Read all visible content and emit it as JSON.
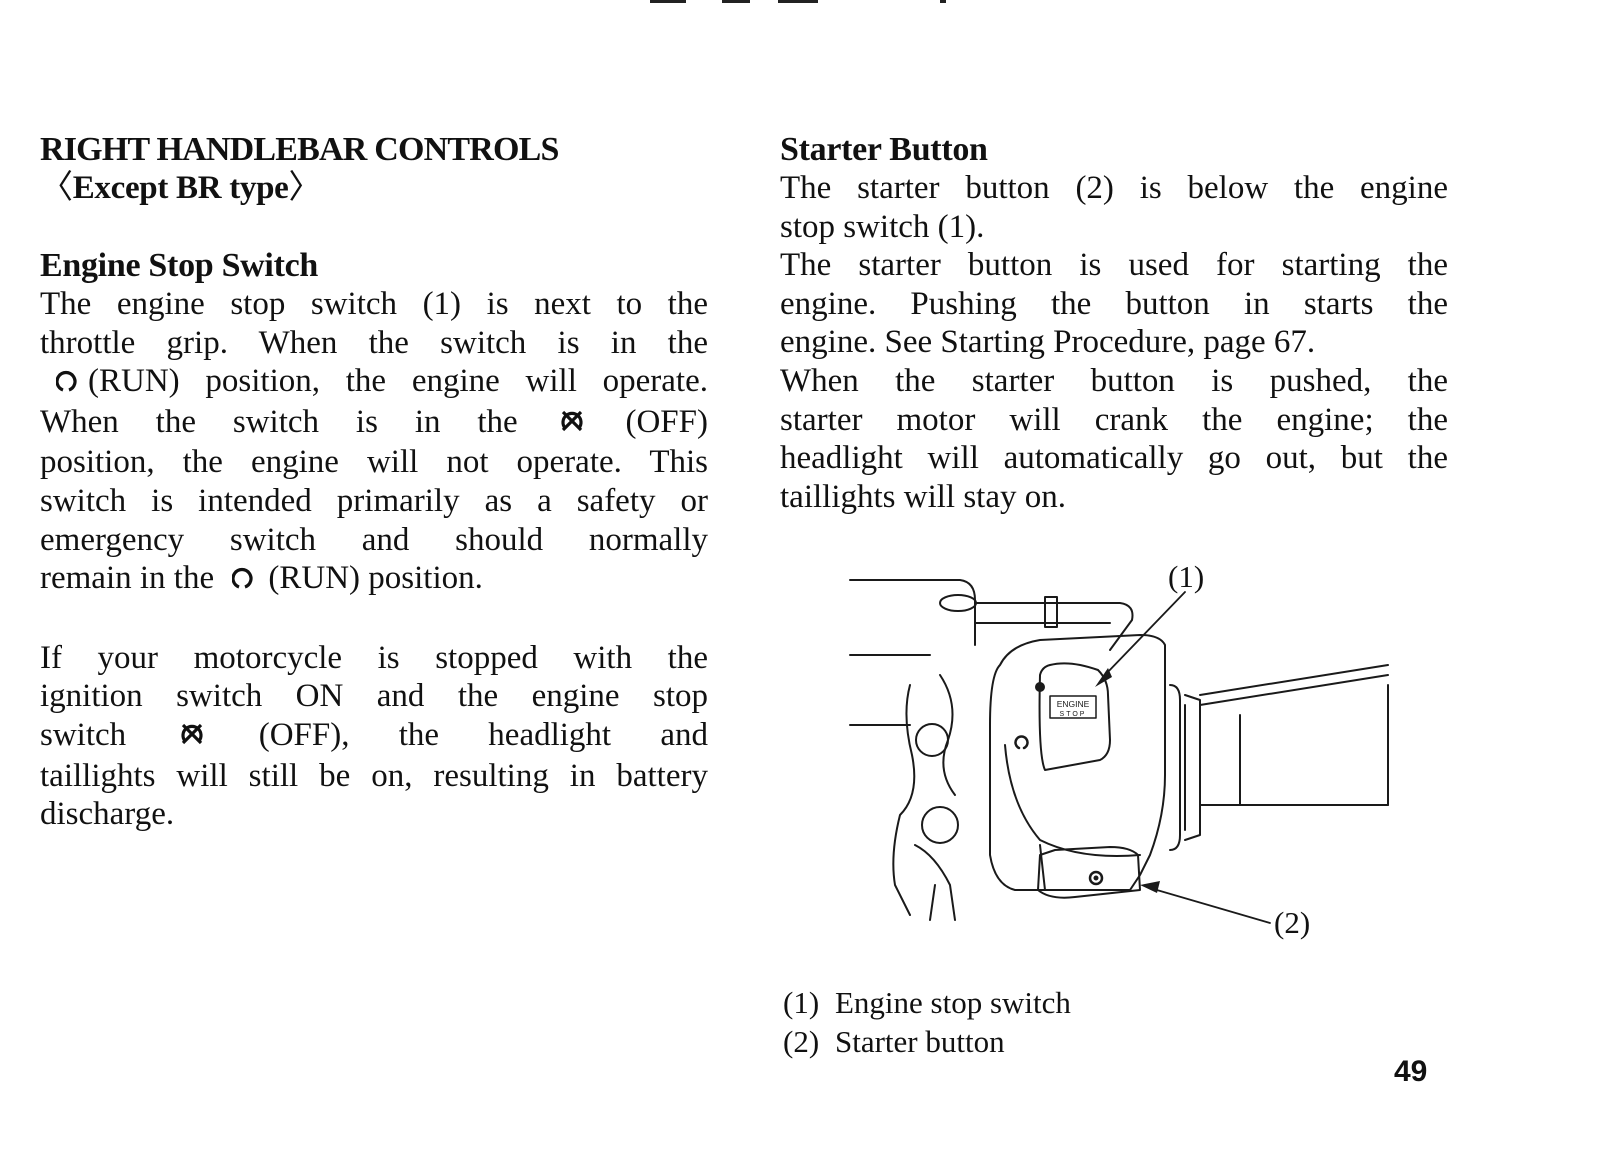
{
  "left": {
    "title": "RIGHT HANDLEBAR CONTROLS",
    "subtitle_open": "〈",
    "subtitle": "Except BR type",
    "subtitle_close": "〉",
    "section_heading": "Engine Stop Switch",
    "para1": {
      "line1": "The engine stop switch (1) is next to the",
      "line2": "throttle grip. When the switch is in the",
      "line3_rest": "(RUN) position, the engine will operate.",
      "line4_start": "When the switch is in the",
      "line4_end": "(OFF)",
      "line5": "position, the engine will not operate. This",
      "line6": "switch is intended primarily as a safety or",
      "line7": "emergency switch and should normally",
      "line8_start": "remain in the",
      "line8_end": "(RUN) position."
    },
    "para2": {
      "line1": "If your motorcycle is stopped with the",
      "line2": "ignition switch ON and the engine stop",
      "line3_start": "switch",
      "line3_end": "(OFF), the headlight and",
      "line4": "taillights will still be on, resulting in battery",
      "line5": "discharge."
    }
  },
  "right": {
    "section_heading": "Starter Button",
    "lines": [
      "The starter button (2) is below the engine",
      "stop switch (1).",
      "The starter button is used for starting the",
      "engine. Pushing the button in starts the",
      "engine. See Starting Procedure, page 67.",
      "When the starter button is pushed, the",
      "starter motor will crank the engine; the",
      "headlight will automatically go out, but the",
      "taillights will stay on."
    ]
  },
  "diagram": {
    "callout1": "(1)",
    "callout2": "(2)",
    "switch_label_line1": "ENGINE",
    "switch_label_line2": "STOP"
  },
  "captions": [
    {
      "num": "(1)",
      "text": "Engine stop switch"
    },
    {
      "num": "(2)",
      "text": "Starter button"
    }
  ],
  "page_number": "49"
}
